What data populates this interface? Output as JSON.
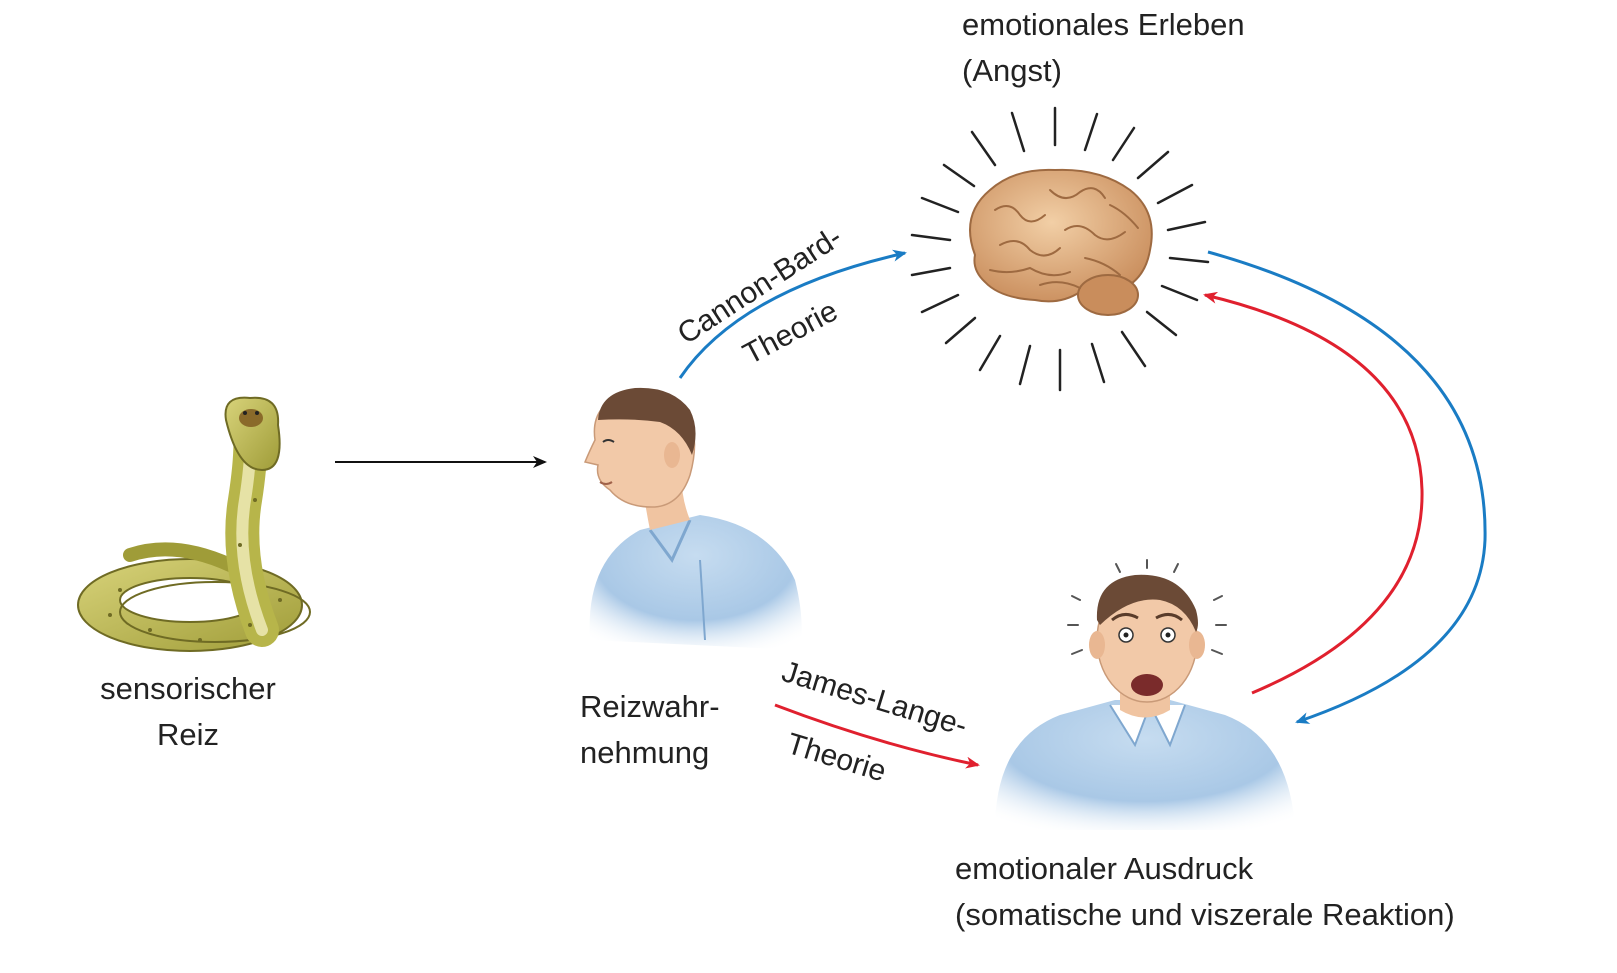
{
  "nodes": {
    "stimulus": {
      "icon": "cobra-snake-icon",
      "label_line1": "sensorischer",
      "label_line2": "Reiz"
    },
    "perception": {
      "icon": "calm-man-icon",
      "label_line1": "Reizwahr-",
      "label_line2": "nehmung"
    },
    "experience": {
      "icon": "glowing-brain-icon",
      "label_line1": "emotionales Erleben",
      "label_line2": "(Angst)"
    },
    "expression": {
      "icon": "frightened-man-icon",
      "label_line1": "emotionaler Ausdruck",
      "label_line2": "(somatische und viszerale Reaktion)"
    }
  },
  "theories": {
    "cannon_bard": {
      "line1": "Cannon-Bard-",
      "line2": "Theorie",
      "color": "#1a7cc4"
    },
    "james_lange": {
      "line1": "James-Lange-",
      "line2": "Theorie",
      "color": "#e0202e"
    }
  },
  "colors": {
    "neutral_arrow": "#111111",
    "shirt": "#a9c8e6",
    "skin": "#f2c9a8",
    "hair": "#6b4a36",
    "brain": "#d9a77a",
    "snake": "#b7b54a"
  }
}
